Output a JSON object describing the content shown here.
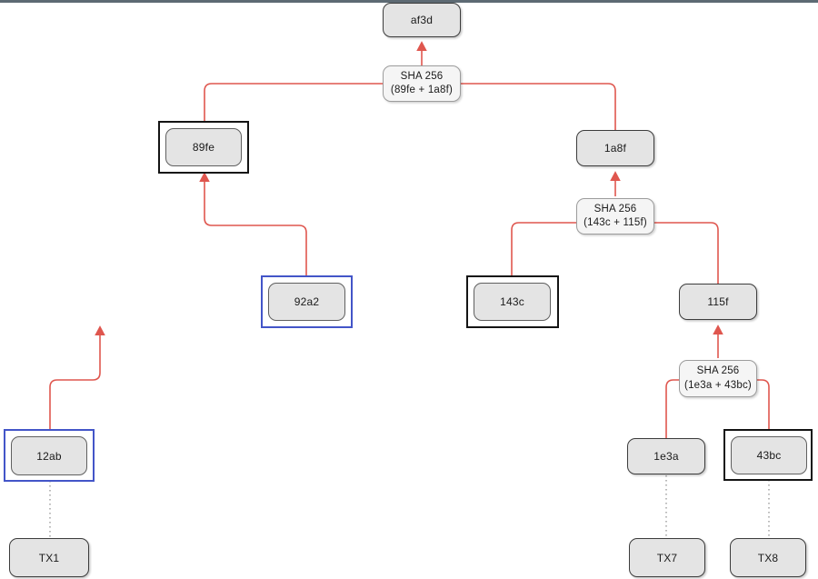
{
  "page": {
    "top_border_color": "#5d6a73",
    "background_color": "#ffffff"
  },
  "colors": {
    "connector_red": "#df564e",
    "dotted_gray": "#8a8a8a",
    "highlight_black": "#141414",
    "highlight_blue": "#4355c8",
    "leaf_fill": "#e4e4e4",
    "hash_fill": "#f5f5f5"
  },
  "diagram": {
    "type": "merkle-tree",
    "nodes": {
      "root": {
        "label": "af3d"
      },
      "sha_top": {
        "line1": "SHA 256",
        "line2": "(89fe + 1a8f)"
      },
      "h89fe": {
        "label": "89fe",
        "highlight": "black"
      },
      "h1a8f": {
        "label": "1a8f",
        "highlight": "none"
      },
      "sha_mid": {
        "line1": "SHA 256",
        "line2": "(143c + 115f)"
      },
      "h143c": {
        "label": "143c",
        "highlight": "black"
      },
      "h115f": {
        "label": "115f",
        "highlight": "none"
      },
      "sha_low": {
        "line1": "SHA 256",
        "line2": "(1e3a + 43bc)"
      },
      "h1e3a": {
        "label": "1e3a",
        "highlight": "none"
      },
      "h43bc": {
        "label": "43bc",
        "highlight": "black"
      },
      "h92a2": {
        "label": "92a2",
        "highlight": "blue"
      },
      "h12ab": {
        "label": "12ab",
        "highlight": "blue"
      },
      "tx1": {
        "label": "TX1"
      },
      "tx7": {
        "label": "TX7"
      },
      "tx8": {
        "label": "TX8"
      }
    },
    "edges": [
      {
        "from": "sha_top",
        "to": "root",
        "style": "red-arrow"
      },
      {
        "from": "h89fe",
        "to": "sha_top",
        "style": "red"
      },
      {
        "from": "h1a8f",
        "to": "sha_top",
        "style": "red"
      },
      {
        "from": "sha_mid",
        "to": "h1a8f",
        "style": "red-arrow"
      },
      {
        "from": "h143c",
        "to": "sha_mid",
        "style": "red"
      },
      {
        "from": "h115f",
        "to": "sha_mid",
        "style": "red"
      },
      {
        "from": "sha_low",
        "to": "h115f",
        "style": "red-arrow"
      },
      {
        "from": "h1e3a",
        "to": "sha_low",
        "style": "red"
      },
      {
        "from": "h43bc",
        "to": "sha_low",
        "style": "red"
      },
      {
        "from": "h92a2",
        "to": "h89fe",
        "style": "red-arrow"
      },
      {
        "from": "h12ab",
        "to": "offscreen-up",
        "style": "red-arrow"
      },
      {
        "from": "h12ab",
        "to": "tx1",
        "style": "dotted"
      },
      {
        "from": "h1e3a",
        "to": "tx7",
        "style": "dotted"
      },
      {
        "from": "h43bc",
        "to": "tx8",
        "style": "dotted"
      }
    ]
  }
}
